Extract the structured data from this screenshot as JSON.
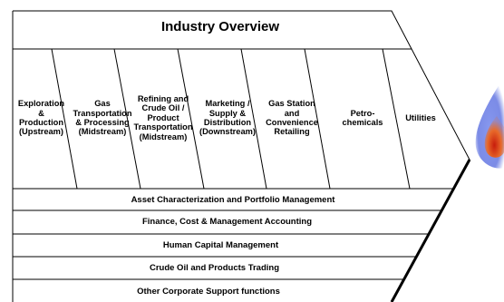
{
  "title": "Industry Overview",
  "segments": [
    {
      "label": "Exploration\n&\nProduction\n(Upstream)"
    },
    {
      "label": "Gas\nTransportation\n& Processing\n(Midstream)"
    },
    {
      "label": "Refining and\nCrude Oil /\nProduct\nTransportation\n(Midstream)"
    },
    {
      "label": "Marketing /\nSupply &\nDistribution\n(Downstream)"
    },
    {
      "label": "Gas Station\nand\nConvenience\nRetailing"
    },
    {
      "label": "Petro-\nchemicals"
    },
    {
      "label": "Utilities"
    }
  ],
  "functions": [
    {
      "label": "Asset Characterization and Portfolio Management"
    },
    {
      "label": "Finance, Cost & Management Accounting"
    },
    {
      "label": "Human Capital Management"
    },
    {
      "label": "Crude Oil and Products Trading"
    },
    {
      "label": "Other Corporate Support functions"
    }
  ],
  "colors": {
    "line": "#000000",
    "flame_outer": "#5b6fe0",
    "flame_inner": "#e86a2a",
    "flame_core": "#c81c0c"
  }
}
